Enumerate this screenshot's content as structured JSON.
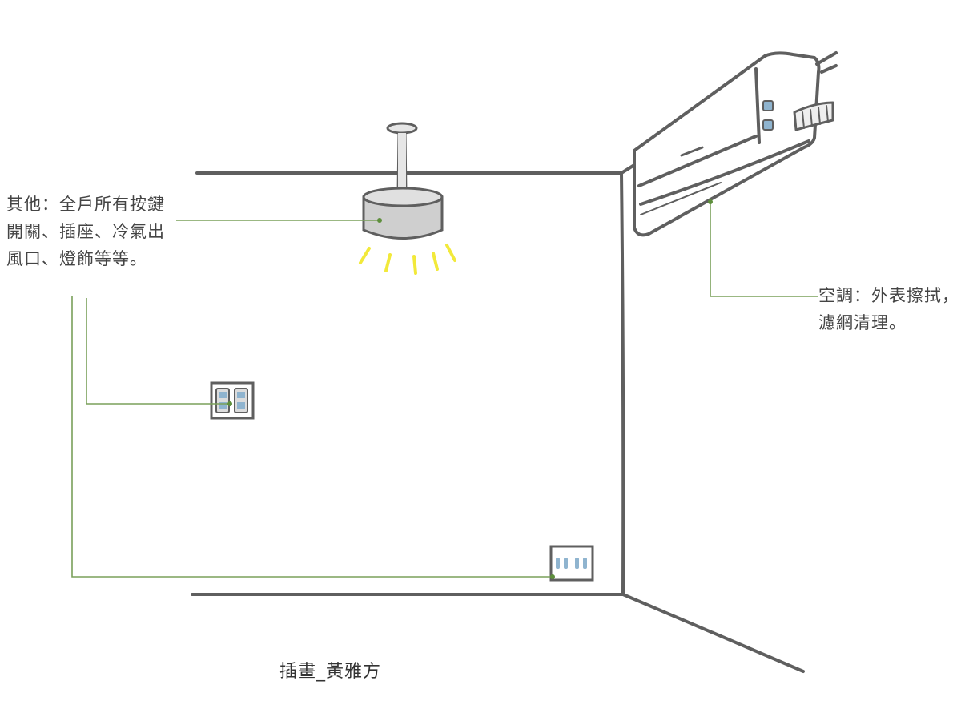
{
  "labels": {
    "other_callout": {
      "lines": [
        "其他：全戶所有按鍵",
        "開關、插座、冷氣出",
        "風口、燈飾等等。"
      ]
    },
    "ac_callout": {
      "lines": [
        "空調：外表擦拭，",
        "濾網清理。"
      ]
    },
    "credit": "插畫_黃雅方"
  },
  "colors": {
    "wall_stroke": "#5f5f5f",
    "leader_line": "#7aa05a",
    "leader_dot": "#5e8f3c",
    "lamp_body": "#cfcfcf",
    "light_rays": "#f2e93a",
    "button_blue": "#8fb4cf",
    "text": "#444444"
  },
  "icons": [
    "ceiling-lamp-icon",
    "air-conditioner-icon",
    "light-switch-icon",
    "power-outlet-icon"
  ]
}
